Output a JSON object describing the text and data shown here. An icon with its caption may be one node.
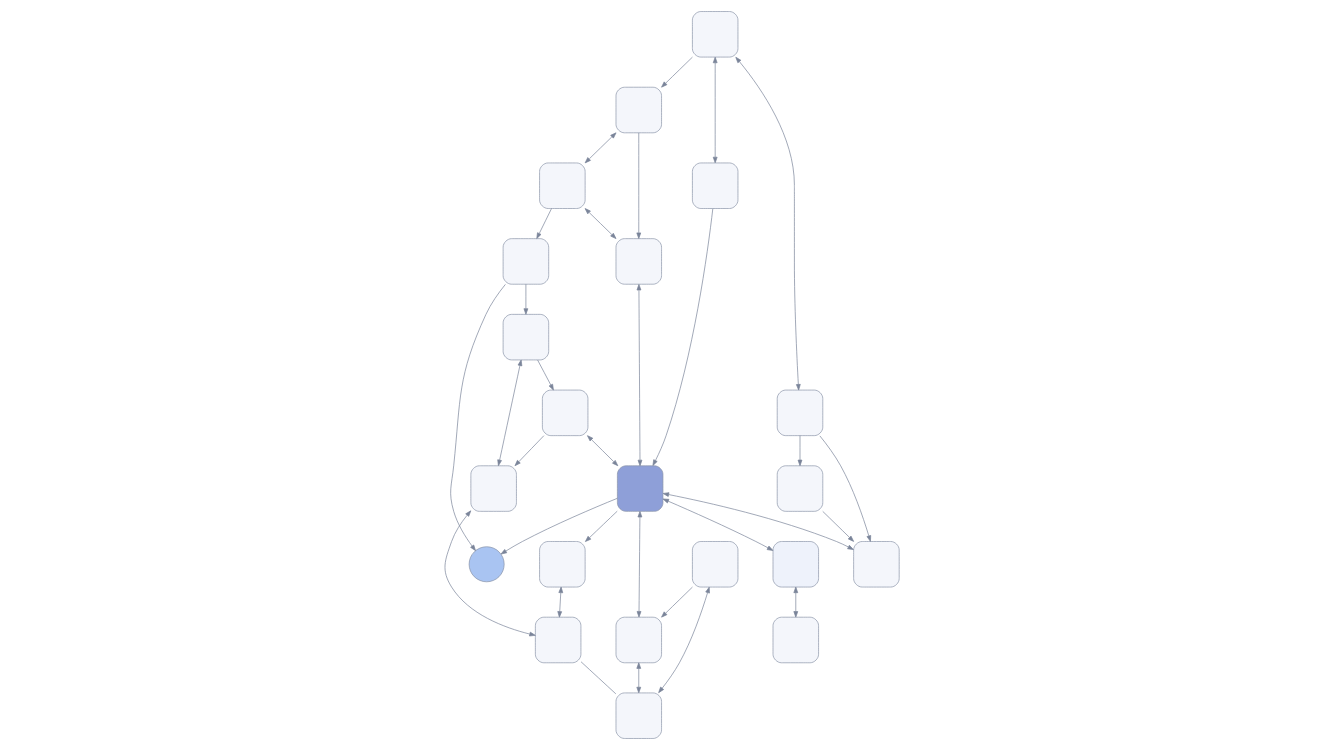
{
  "diagram": {
    "nodes": [
      {
        "text": [],
        "shape": "box"
      },
      {
        "text": [],
        "shape": "box"
      },
      {
        "text": [],
        "shape": "box"
      },
      {
        "text": [],
        "shape": "box"
      },
      {
        "text": [],
        "shape": "box"
      },
      {
        "text": [],
        "shape": "circle"
      },
      {
        "text": [],
        "shape": "box"
      },
      {
        "text": [],
        "shape": "box"
      },
      {
        "text": [],
        "shape": "box"
      },
      {
        "text": [],
        "shape": "box"
      },
      {
        "text": [],
        "shape": "box"
      },
      {
        "text": [],
        "shape": "box"
      },
      {
        "text": [],
        "shape": "box"
      },
      {
        "text": [],
        "shape": "box"
      },
      {
        "text": [],
        "shape": "box"
      },
      {
        "text": [],
        "shape": "box"
      },
      {
        "text": [],
        "shape": "box"
      },
      {
        "text": [],
        "shape": "box"
      },
      {
        "text": [],
        "shape": "box"
      },
      {
        "text": [],
        "shape": "box"
      },
      {
        "text": [],
        "shape": "box"
      }
    ],
    "edges": [
      {
        "from": 0,
        "to": 1,
        "arrow": "to"
      },
      {
        "from": 1,
        "to": 2,
        "arrow": "to"
      },
      {
        "from": 3,
        "to": 0,
        "arrow": "both"
      },
      {
        "from": 0,
        "to": 4,
        "arrow": "both"
      },
      {
        "from": 1,
        "to": 5,
        "arrow": "to"
      },
      {
        "from": 2,
        "to": 6,
        "arrow": "to"
      },
      {
        "from": 2,
        "to": 7,
        "arrow": "both"
      },
      {
        "from": 3,
        "to": 4,
        "arrow": "to"
      },
      {
        "from": 6,
        "to": 7,
        "arrow": "to"
      },
      {
        "from": 8,
        "to": 3,
        "arrow": "to"
      },
      {
        "from": 4,
        "to": 10,
        "arrow": "both"
      },
      {
        "from": 10,
        "to": 5,
        "arrow": "to"
      },
      {
        "from": 6,
        "to": 10,
        "arrow": "both"
      },
      {
        "from": 7,
        "to": 12,
        "arrow": "both"
      },
      {
        "from": 8,
        "to": 9,
        "arrow": "both"
      },
      {
        "from": 9,
        "to": 10,
        "arrow": "to"
      },
      {
        "from": 10,
        "to": 11,
        "arrow": "to"
      },
      {
        "from": 11,
        "to": 12,
        "arrow": "both"
      },
      {
        "from": 8,
        "to": 16,
        "arrow": "both"
      },
      {
        "from": 10,
        "to": 13,
        "arrow": "both"
      },
      {
        "from": 10,
        "to": 14,
        "arrow": "both"
      },
      {
        "from": 10,
        "to": 15,
        "arrow": "both"
      },
      {
        "from": 12,
        "to": 17,
        "arrow": "none"
      },
      {
        "from": 16,
        "to": 13,
        "arrow": "to"
      },
      {
        "from": 15,
        "to": 17,
        "arrow": "both"
      },
      {
        "from": 16,
        "to": 18,
        "arrow": "to"
      },
      {
        "from": 18,
        "to": 13,
        "arrow": "to"
      },
      {
        "from": 14,
        "to": 19,
        "arrow": "both"
      },
      {
        "from": 20,
        "to": 15,
        "arrow": "to"
      },
      {
        "from": 20,
        "to": 17,
        "arrow": "both"
      }
    ]
  }
}
